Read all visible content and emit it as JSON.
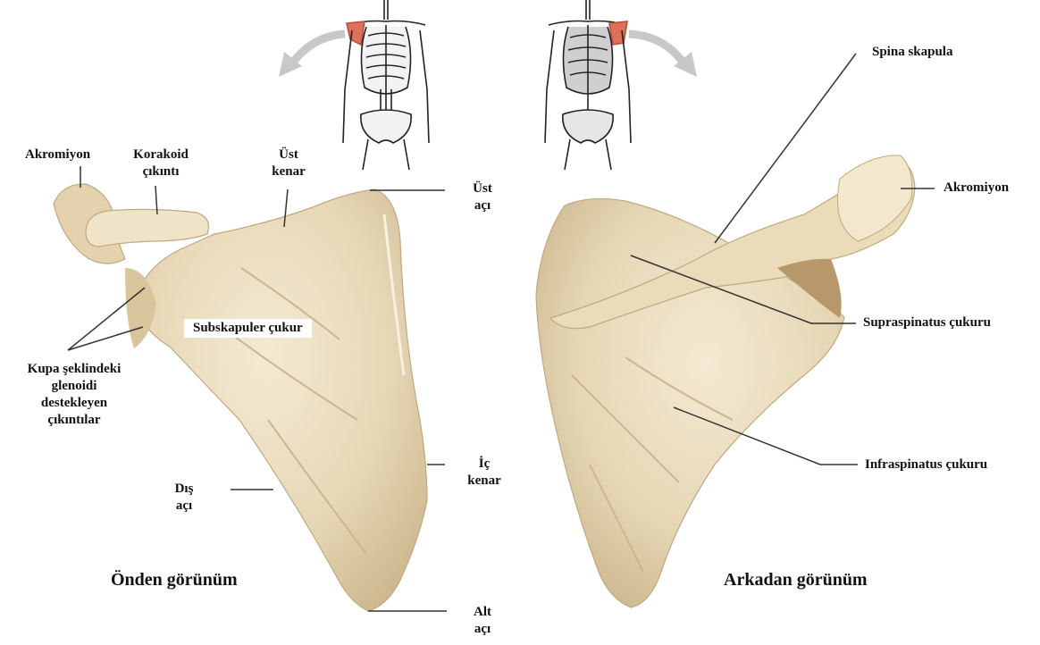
{
  "views": {
    "front_title": "Önden görünüm",
    "back_title": "Arkadan görünüm"
  },
  "front_labels": {
    "akromiyon": "Akromiyon",
    "korakoid_1": "Korakoid",
    "korakoid_2": "çıkıntı",
    "ust_kenar_1": "Üst",
    "ust_kenar_2": "kenar",
    "ust_aci_1": "Üst",
    "ust_aci_2": "açı",
    "subskapuler": "Subskapuler çukur",
    "kupa_1": "Kupa şeklindeki",
    "kupa_2": "glenoidi",
    "kupa_3": "destekleyen",
    "kupa_4": "çıkıntılar",
    "dis_aci_1": "Dış",
    "dis_aci_2": "açı",
    "ic_kenar_1": "İç",
    "ic_kenar_2": "kenar",
    "alt_aci_1": "Alt",
    "alt_aci_2": "açı"
  },
  "back_labels": {
    "spina": "Spina skapula",
    "akromiyon": "Akromiyon",
    "supraspinatus": "Supraspinatus çukuru",
    "infraspinatus": "Infraspinatus çukuru"
  },
  "colors": {
    "bone": "#e9dcc0",
    "bone_shadow": "#cdb991",
    "bone_highlight": "#f6eedb",
    "scapula_highlight_red": "#e0705a",
    "leader_line": "#333333",
    "arrow": "#c8c8c8"
  }
}
